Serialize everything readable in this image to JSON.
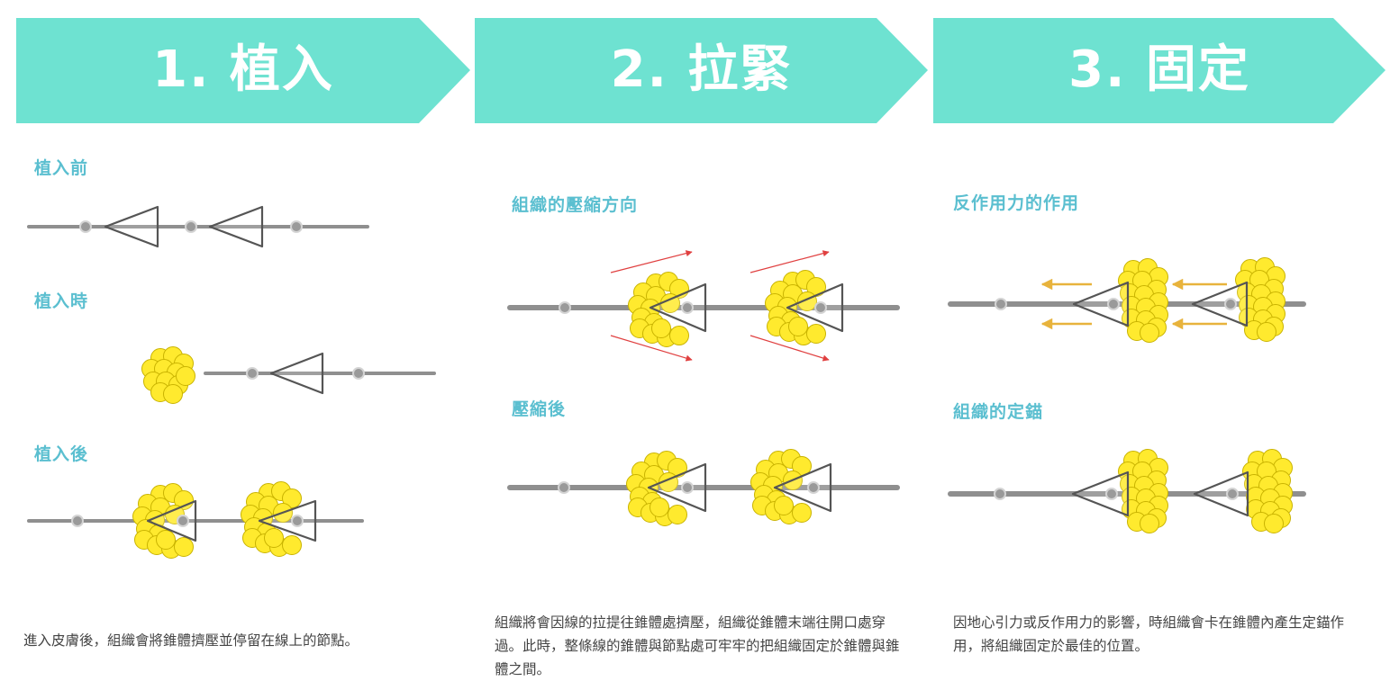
{
  "colors": {
    "banner": "#6ee2d1",
    "subtitle": "#5bbfd0",
    "tissue": "#ffea2e",
    "tissue_stroke": "#c9b300",
    "thread": "#8f8f8f",
    "compression_arrow": "#e04040",
    "reaction_arrow": "#e8b33c"
  },
  "steps": [
    {
      "title": "1. 植入",
      "sub_labels": [
        "植入前",
        "植入時",
        "植入後"
      ],
      "description": "進入皮膚後，組織會將錐體擠壓並停留在線上的節點。"
    },
    {
      "title": "2. 拉緊",
      "sub_labels": [
        "組織的壓縮方向",
        "壓縮後"
      ],
      "description": "組織將會因線的拉提往錐體處擠壓，組織從錐體末端往開口處穿過。此時，整條線的錐體與節點處可牢牢的把組織固定於錐體與錐體之間。"
    },
    {
      "title": "3. 固定",
      "sub_labels": [
        "反作用力的作用",
        "組織的定錨"
      ],
      "description": "因地心引力或反作用力的影響，時組織會卡在錐體內產生定錨作用，將組織固定於最佳的位置。"
    }
  ]
}
